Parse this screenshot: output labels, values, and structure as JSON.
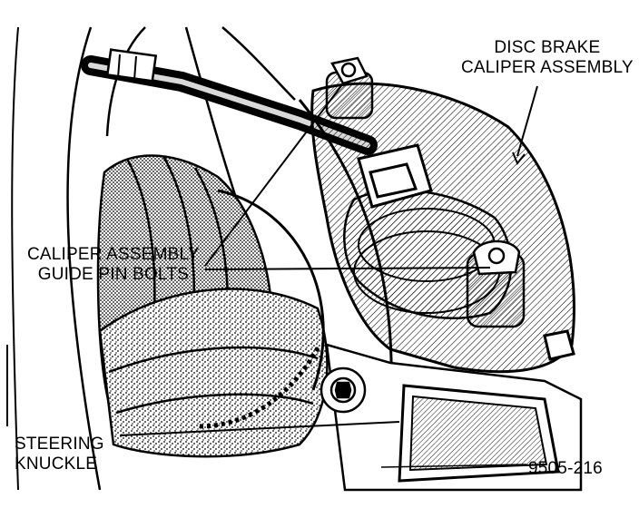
{
  "labels": {
    "caliper_assembly": [
      "DISC BRAKE",
      "CALIPER ASSEMBLY"
    ],
    "guide_pin_bolts": [
      "CALIPER ASSEMBLY",
      "GUIDE PIN BOLTS"
    ],
    "steering_knuckle": [
      "STEERING",
      "KNUCKLE"
    ],
    "figure_number": "9505-216"
  },
  "colors": {
    "ink": "#000000",
    "paper": "#ffffff"
  }
}
